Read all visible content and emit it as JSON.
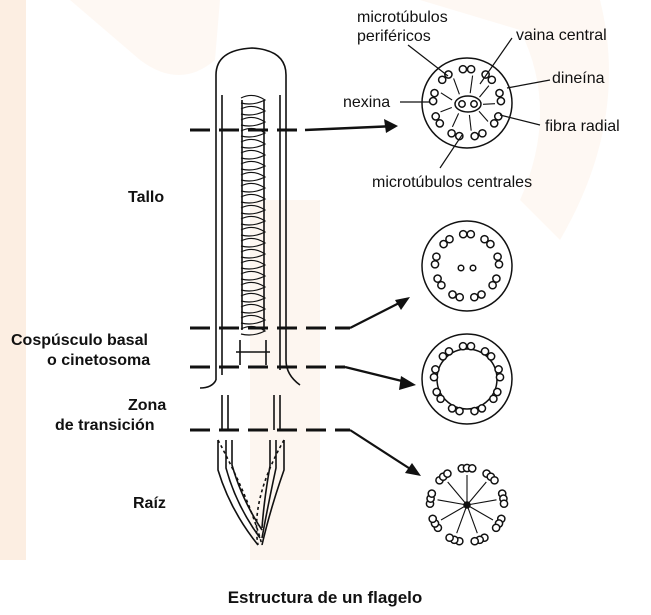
{
  "caption": "Estructura de un flagelo",
  "regions": {
    "tallo": "Tallo",
    "cuerpo_basal_1": "Cospúsculo basal",
    "cuerpo_basal_2": "o cinetosoma",
    "zona_1": "Zona",
    "zona_2": "de transición",
    "raiz": "Raíz"
  },
  "cross_section_labels": {
    "perifericos_1": "microtúbulos",
    "perifericos_2": "periféricos",
    "vaina_central": "vaina central",
    "dineina": "dineína",
    "nexina": "nexina",
    "fibra_radial": "fibra radial",
    "centrales": "microtúbulos centrales"
  },
  "colors": {
    "background_accent": "#fbe3cf",
    "ink": "#111111"
  }
}
